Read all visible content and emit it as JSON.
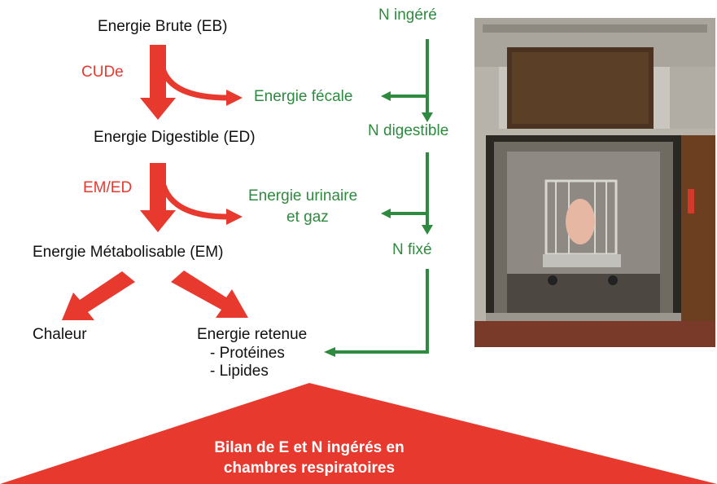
{
  "energy_chain": {
    "brute": "Energie Brute (EB)",
    "digestible": "Energie Digestible (ED)",
    "metabolisable": "Energie Métabolisable (EM)",
    "chaleur": "Chaleur",
    "retenue": "Energie retenue",
    "proteines": "- Protéines",
    "lipides": "- Lipides"
  },
  "coefficients": {
    "cude": "CUDe",
    "em_ed": "EM/ED"
  },
  "losses": {
    "fecale": "Energie fécale",
    "urinaire_line1": "Energie urinaire",
    "urinaire_line2": "et gaz"
  },
  "nitrogen": {
    "ingere": "N ingéré",
    "digestible": "N digestible",
    "fixe": "N fixé"
  },
  "banner": {
    "line1": "Bilan de E et N ingérés en",
    "line2": "chambres respiratoires"
  },
  "colors": {
    "red": "#e8392e",
    "green": "#2e8a3e",
    "black": "#111111"
  },
  "photo": {
    "subject": "pig-in-respiration-chamber-photo"
  }
}
